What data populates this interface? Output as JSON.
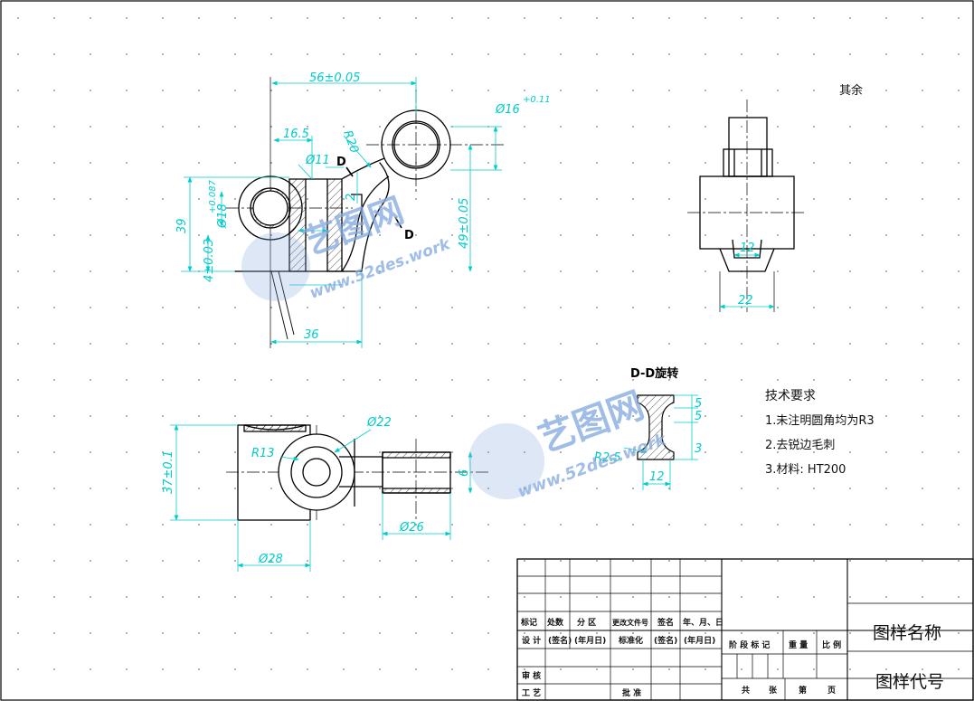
{
  "dimensions": {
    "d56": "56±0.05",
    "d16_5": "16.5",
    "r20": "R20",
    "phi16": "Ø16",
    "phi16_tol": "+0.11",
    "phi11": "Ø11",
    "d39": "39",
    "phi18": "Ø18",
    "phi18_tol": "+0.087",
    "d4": "4±0.03",
    "d49": "49±0.05",
    "d36": "36",
    "d2": "2",
    "d12_side": "12",
    "d22": "22",
    "phi22": "Ø22",
    "r13": "R13",
    "d37": "37±0.1",
    "phi28": "Ø28",
    "phi26": "Ø26",
    "d5a": "5",
    "d5b": "5",
    "r2_5": "R2.5",
    "d12_sec": "12",
    "d6": "6",
    "d3": "3"
  },
  "labels": {
    "section_mark_1": "D",
    "section_mark_2": "D",
    "section_title": "D-D旋转",
    "remainder": "其余"
  },
  "tech_requirements": {
    "title": "技术要求",
    "items": [
      "1.未注明圆角均为R3",
      "2.去锐边毛刺",
      "3.材料: HT200"
    ]
  },
  "watermark": {
    "brand": "艺图网",
    "url": "www.52des.work"
  },
  "title_block": {
    "row_labels": [
      "标记",
      "处数",
      "分 区",
      "更改文件号",
      "签名",
      "年、月、日"
    ],
    "design": "设 计",
    "design_sign": "(签名)",
    "design_date": "(年月日)",
    "standard": "标准化",
    "standard_sign": "(签名)",
    "standard_date": "(年月日)",
    "stage_header": [
      "阶 段 标 记",
      "重 量",
      "比 例"
    ],
    "review": "审 核",
    "process": "工 艺",
    "approve": "批 准",
    "sheet_info": [
      "共",
      "张",
      "第",
      "页"
    ],
    "drawing_name": "图样名称",
    "drawing_code": "图样代号"
  },
  "colors": {
    "line": "#000000",
    "dimension": "#00cccc",
    "watermark": "#7fa7df",
    "background": "#ffffff"
  }
}
